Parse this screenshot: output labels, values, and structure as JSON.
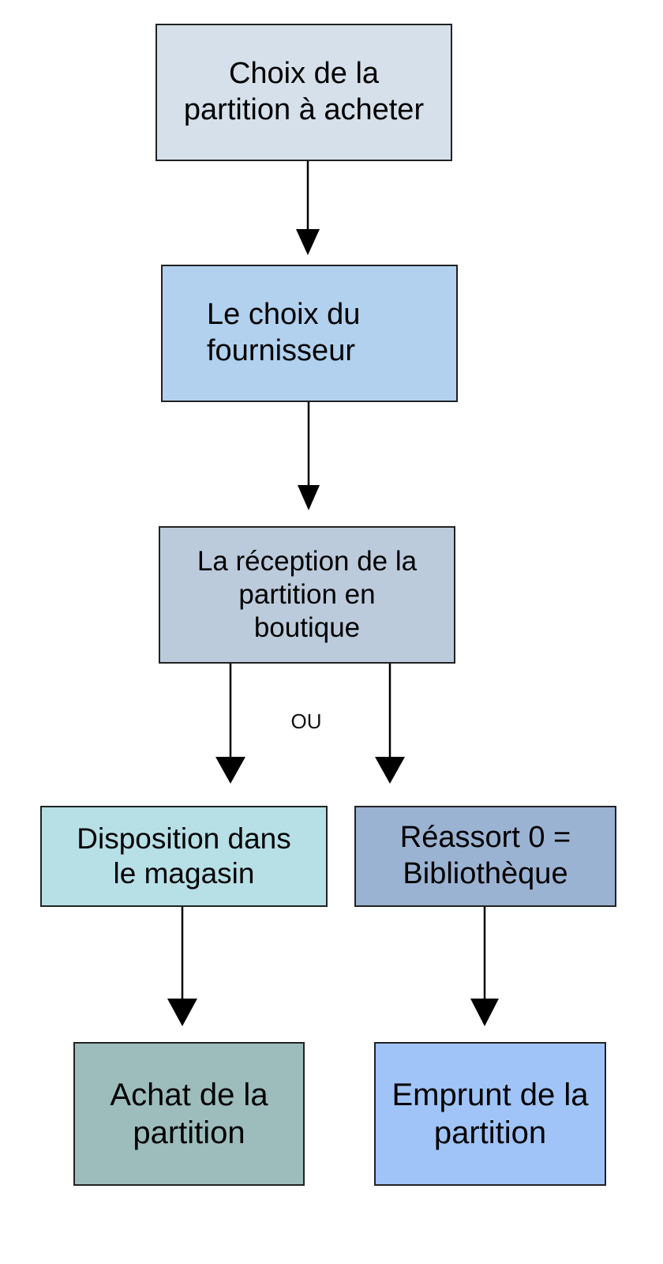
{
  "flowchart": {
    "nodes": [
      {
        "id": "choix-partition",
        "label": "Choix de la\npartition à acheter"
      },
      {
        "id": "choix-fournisseur",
        "label": "Le choix du\nfournisseur"
      },
      {
        "id": "reception",
        "label": "La réception de la\npartition en\nboutique"
      },
      {
        "id": "disposition",
        "label": "Disposition dans\nle magasin"
      },
      {
        "id": "reassort",
        "label": "Réassort 0 =\nBibliothèque"
      },
      {
        "id": "achat",
        "label": "Achat de la\npartition"
      },
      {
        "id": "emprunt",
        "label": "Emprunt de la\npartition"
      }
    ],
    "branch_label": "OU",
    "edges": [
      {
        "from": "choix-partition",
        "to": "choix-fournisseur"
      },
      {
        "from": "choix-fournisseur",
        "to": "reception"
      },
      {
        "from": "reception",
        "to": "disposition"
      },
      {
        "from": "reception",
        "to": "reassort"
      },
      {
        "from": "disposition",
        "to": "achat"
      },
      {
        "from": "reassort",
        "to": "emprunt"
      }
    ],
    "colors": {
      "choix-partition": "#d6e0ea",
      "choix-fournisseur": "#b1d1ee",
      "reception": "#bccbdc",
      "disposition": "#b7dfe6",
      "reassort": "#9bb3d3",
      "achat": "#9dbdbd",
      "emprunt": "#a0c4f7",
      "border": "#222222"
    }
  }
}
